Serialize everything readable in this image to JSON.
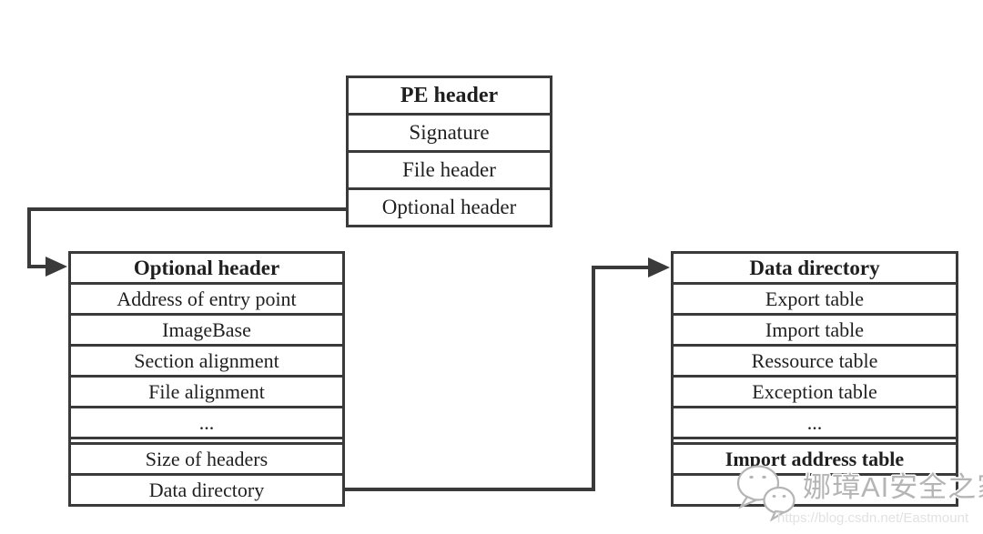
{
  "colors": {
    "border": "#3a3a3a",
    "text": "#1f1f1f",
    "arrow": "#3a3a3a",
    "watermark": "#b5b5b5",
    "watermark_url": "#e2e2e2",
    "background": "#ffffff"
  },
  "diagram": {
    "pe_header_table": {
      "title": "PE header",
      "rows": [
        {
          "text": "Signature",
          "bold": false
        },
        {
          "text": "File header",
          "bold": false
        },
        {
          "text": "Optional header",
          "bold": false
        }
      ]
    },
    "optional_header_table": {
      "title": "Optional header",
      "rows": [
        {
          "text": "Address of entry point",
          "bold": false
        },
        {
          "text": "ImageBase",
          "bold": false
        },
        {
          "text": "Section alignment",
          "bold": false
        },
        {
          "text": "File alignment",
          "bold": false
        },
        {
          "text": "...",
          "bold": false,
          "gap_after": true
        },
        {
          "text": "Size of headers",
          "bold": false
        },
        {
          "text": "Data directory",
          "bold": false
        }
      ]
    },
    "data_directory_table": {
      "title": "Data directory",
      "rows": [
        {
          "text": "Export table",
          "bold": false
        },
        {
          "text": "Import table",
          "bold": false
        },
        {
          "text": "Ressource table",
          "bold": false
        },
        {
          "text": "Exception table",
          "bold": false
        },
        {
          "text": "...",
          "bold": false,
          "gap_after": true
        },
        {
          "text": "Import address table",
          "bold": true
        },
        {
          "text": "",
          "bold": false
        }
      ]
    },
    "connections": [
      {
        "from": "PE header / Optional header row",
        "to": "Optional header table"
      },
      {
        "from": "Optional header table / Data directory row",
        "to": "Data directory table"
      }
    ]
  },
  "watermark": {
    "icon": "wechat-icon",
    "text": "娜璋AI安全之家",
    "url": "https://blog.csdn.net/Eastmount"
  }
}
